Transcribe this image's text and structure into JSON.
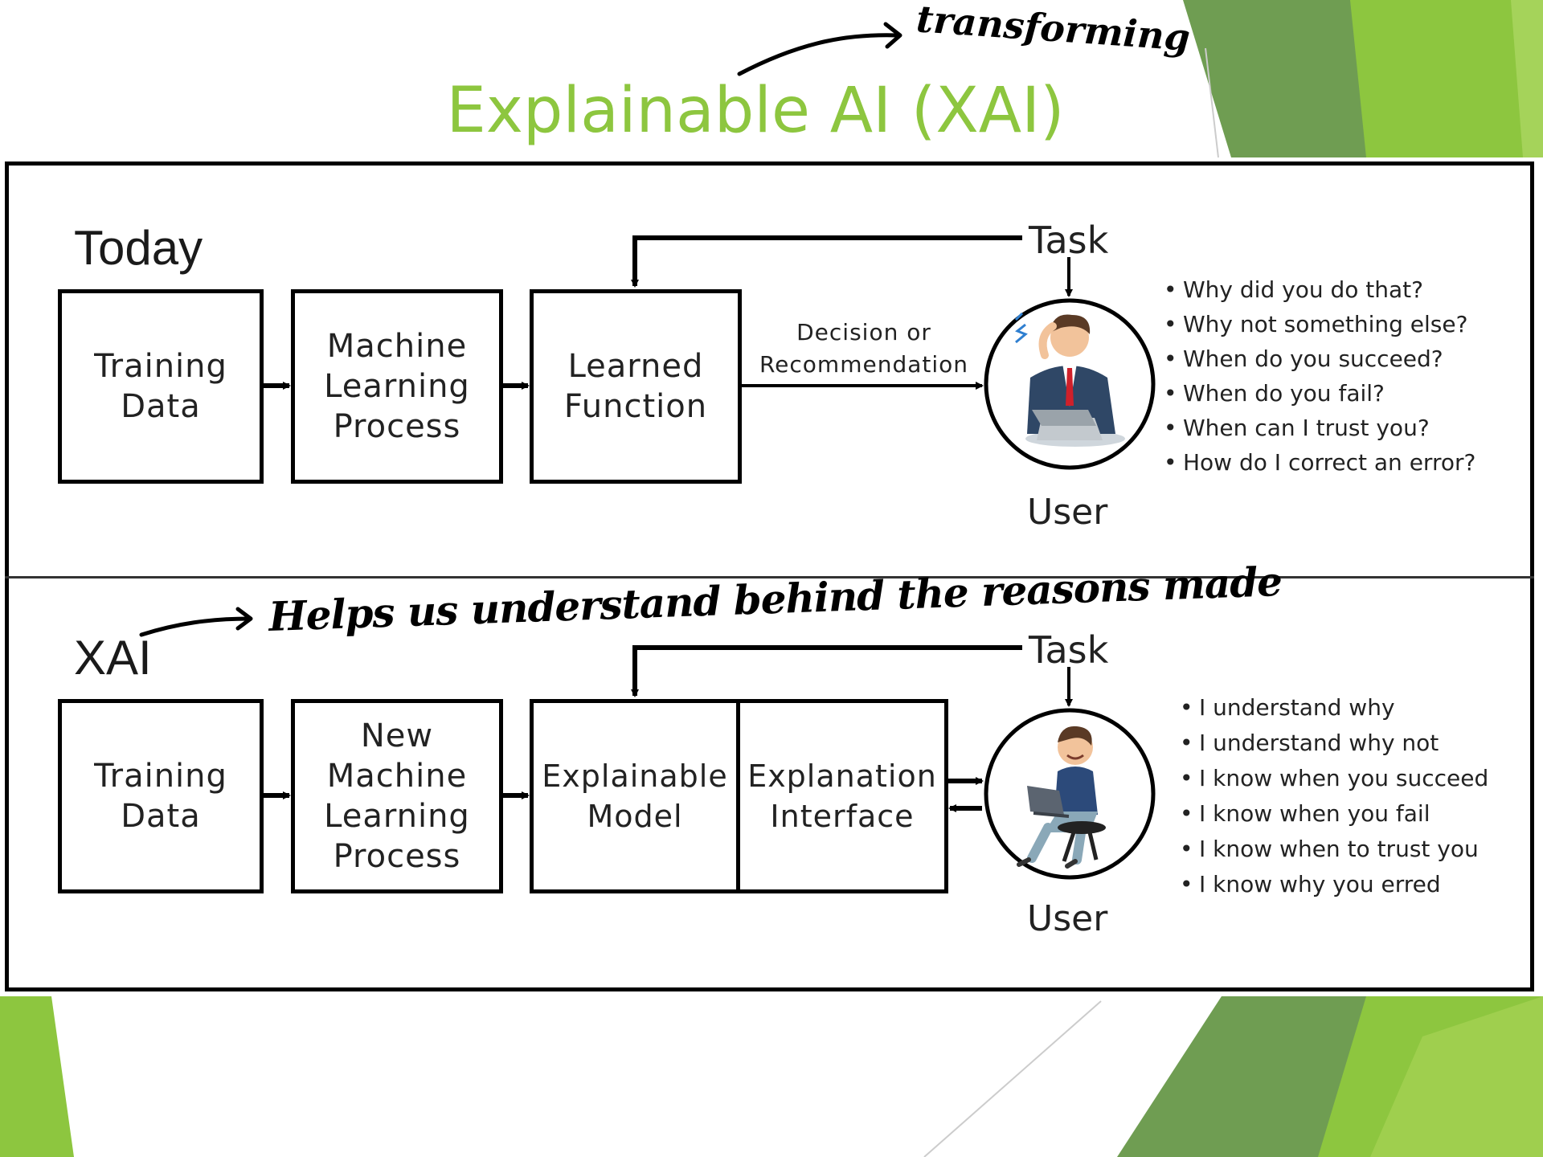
{
  "title": "Explainable AI (XAI)",
  "annotations": {
    "top": "transforming",
    "xai": "Helps us understand behind the reasons made"
  },
  "today": {
    "heading": "Today",
    "boxes": {
      "training": "Training\nData",
      "process": "Machine\nLearning\nProcess",
      "function": "Learned\nFunction"
    },
    "decision": "Decision or\nRecommendation",
    "task": "Task",
    "user": "User",
    "questions": [
      "Why did you do that?",
      "Why not something else?",
      "When do you succeed?",
      "When do you fail?",
      "When can I trust you?",
      "How do I correct an error?"
    ]
  },
  "xai": {
    "heading": "XAI",
    "boxes": {
      "training": "Training\nData",
      "process": "New\nMachine\nLearning\nProcess",
      "model": "Explainable\nModel",
      "interface": "Explanation\nInterface"
    },
    "task": "Task",
    "user": "User",
    "answers": [
      "I understand why",
      "I understand why not",
      "I know when you succeed",
      "I know when you fail",
      "I know when to trust you",
      "I know why you erred"
    ]
  },
  "colors": {
    "title": "#8dc63f",
    "accent_light": "#8dc63f",
    "accent_dark": "#6a9a4a"
  },
  "icons": {
    "today_user": "confused-person-with-laptop",
    "xai_user": "happy-person-with-laptop"
  }
}
